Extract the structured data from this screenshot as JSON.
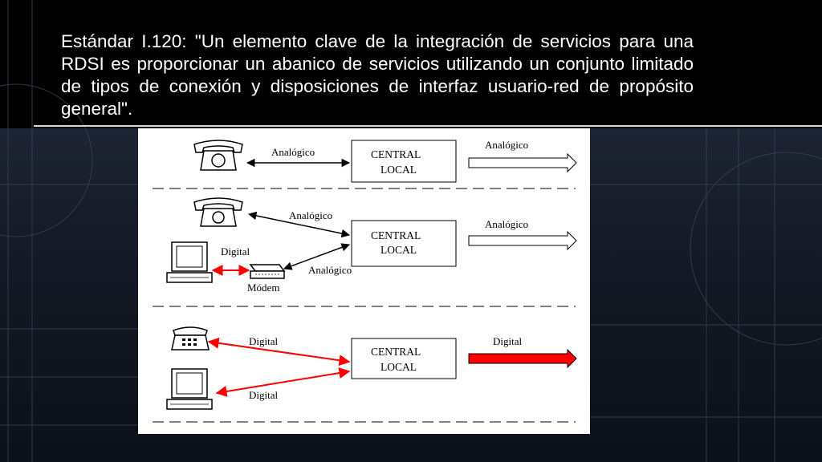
{
  "slide": {
    "title": "Estándar I.120: \"Un elemento clave de la integración de servicios para una RDSI es proporcionar un abanico de servicios utilizando un conjunto limitado de tipos de conexión y disposiciones de interfaz usuario-red de propósito general\"."
  },
  "diagram": {
    "central_label_line1": "CENTRAL",
    "central_label_line2": "LOCAL",
    "row1": {
      "link_label": "Analógico",
      "out_label": "Analógico"
    },
    "row2": {
      "phone_link_label": "Analógico",
      "modem_link_label": "Analógico",
      "digital_label": "Digital",
      "modem_label": "Módem",
      "out_label": "Analógico"
    },
    "row3": {
      "phone_link_label": "Digital",
      "computer_link_label": "Digital",
      "out_label": "Digital"
    },
    "colors": {
      "digital": "#ff0000",
      "analog": "#000000",
      "out_arrow_fill": "#ffffff"
    }
  }
}
